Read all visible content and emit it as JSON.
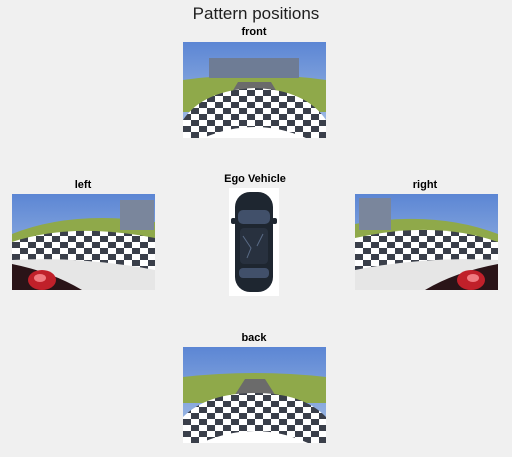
{
  "figure": {
    "title": "Pattern positions",
    "views": {
      "front": {
        "label": "front"
      },
      "left": {
        "label": "left"
      },
      "ego": {
        "label": "Ego Vehicle"
      },
      "right": {
        "label": "right"
      },
      "back": {
        "label": "back"
      }
    }
  },
  "colors": {
    "background": "#f0f0f0",
    "sky": "#6a8fd0",
    "grass": "#8fa94a",
    "checker_dark": "#3a3f4a",
    "checker_light": "#ffffff",
    "car_body": "#1e2630",
    "tail_light": "#c0202a"
  }
}
